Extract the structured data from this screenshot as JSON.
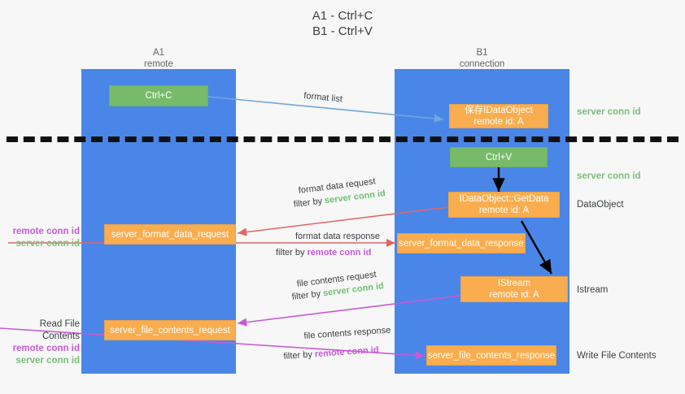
{
  "title": {
    "line1": "A1 - Ctrl+C",
    "line2": "B1 - Ctrl+V"
  },
  "lanes": [
    {
      "id": "a1",
      "name": "A1",
      "sub": "remote",
      "color": "#4a86e8"
    },
    {
      "id": "b1",
      "name": "B1",
      "sub": "connection",
      "color": "#4a86e8"
    }
  ],
  "colors": {
    "lane": "#4a86e8",
    "green_box": "#77bb6a",
    "orange_box": "#f9ad4e",
    "server_conn_id": "#7ac07a",
    "remote_conn_id": "#c65ad6",
    "arrow_blue": "#6fa8dc",
    "arrow_red": "#e06666",
    "arrow_magenta": "#c65ad6",
    "arrow_black": "#000000",
    "divider": "#111111",
    "background": "#f7f7f7"
  },
  "nodes": {
    "ctrl_c": {
      "label": "Ctrl+C",
      "kind": "green"
    },
    "ctrl_v": {
      "label": "Ctrl+V",
      "kind": "green"
    },
    "save_idataobject": {
      "label": "保存IDataObject",
      "sub": "remote id: A",
      "kind": "orange"
    },
    "getdata": {
      "label": "IDataObject::GetData",
      "sub": "remote id: A",
      "kind": "orange"
    },
    "istream": {
      "label": "IStream",
      "sub": "remote id: A",
      "kind": "orange"
    },
    "server_format_data_request": {
      "label": "server_format_data_request",
      "kind": "orange"
    },
    "server_format_data_response": {
      "label": "server_format_data_response",
      "kind": "orange"
    },
    "server_file_contents_request": {
      "label": "server_file_contents_request",
      "kind": "orange"
    },
    "server_file_contents_response": {
      "label": "server_file_contents_response",
      "kind": "orange"
    }
  },
  "right_labels": {
    "server_conn_id_top": "server conn id",
    "server_conn_id_mid": "server conn id",
    "dataobject": "DataObject",
    "istream": "Istream",
    "write_file_contents": "Write File Contents"
  },
  "left_labels": {
    "format_remote": "remote conn id",
    "format_server": "server conn id",
    "read_file_contents": "Read File Contents",
    "file_remote": "remote conn id",
    "file_server": "server conn id"
  },
  "edge_labels": {
    "format_list": "format list",
    "format_data_request": "format data request",
    "format_data_request_filter_prefix": "filter by ",
    "format_data_request_filter_key": "server conn id",
    "format_data_response": "format data response",
    "format_data_response_filter_prefix": "filter by ",
    "format_data_response_filter_key": "remote conn id",
    "file_contents_request": "file contents request",
    "file_contents_request_filter_prefix": "filter by ",
    "file_contents_request_filter_key": "server conn id",
    "file_contents_response": "file contents response",
    "file_contents_response_filter_prefix": "filter by ",
    "file_contents_response_filter_key": "remote conn id"
  }
}
